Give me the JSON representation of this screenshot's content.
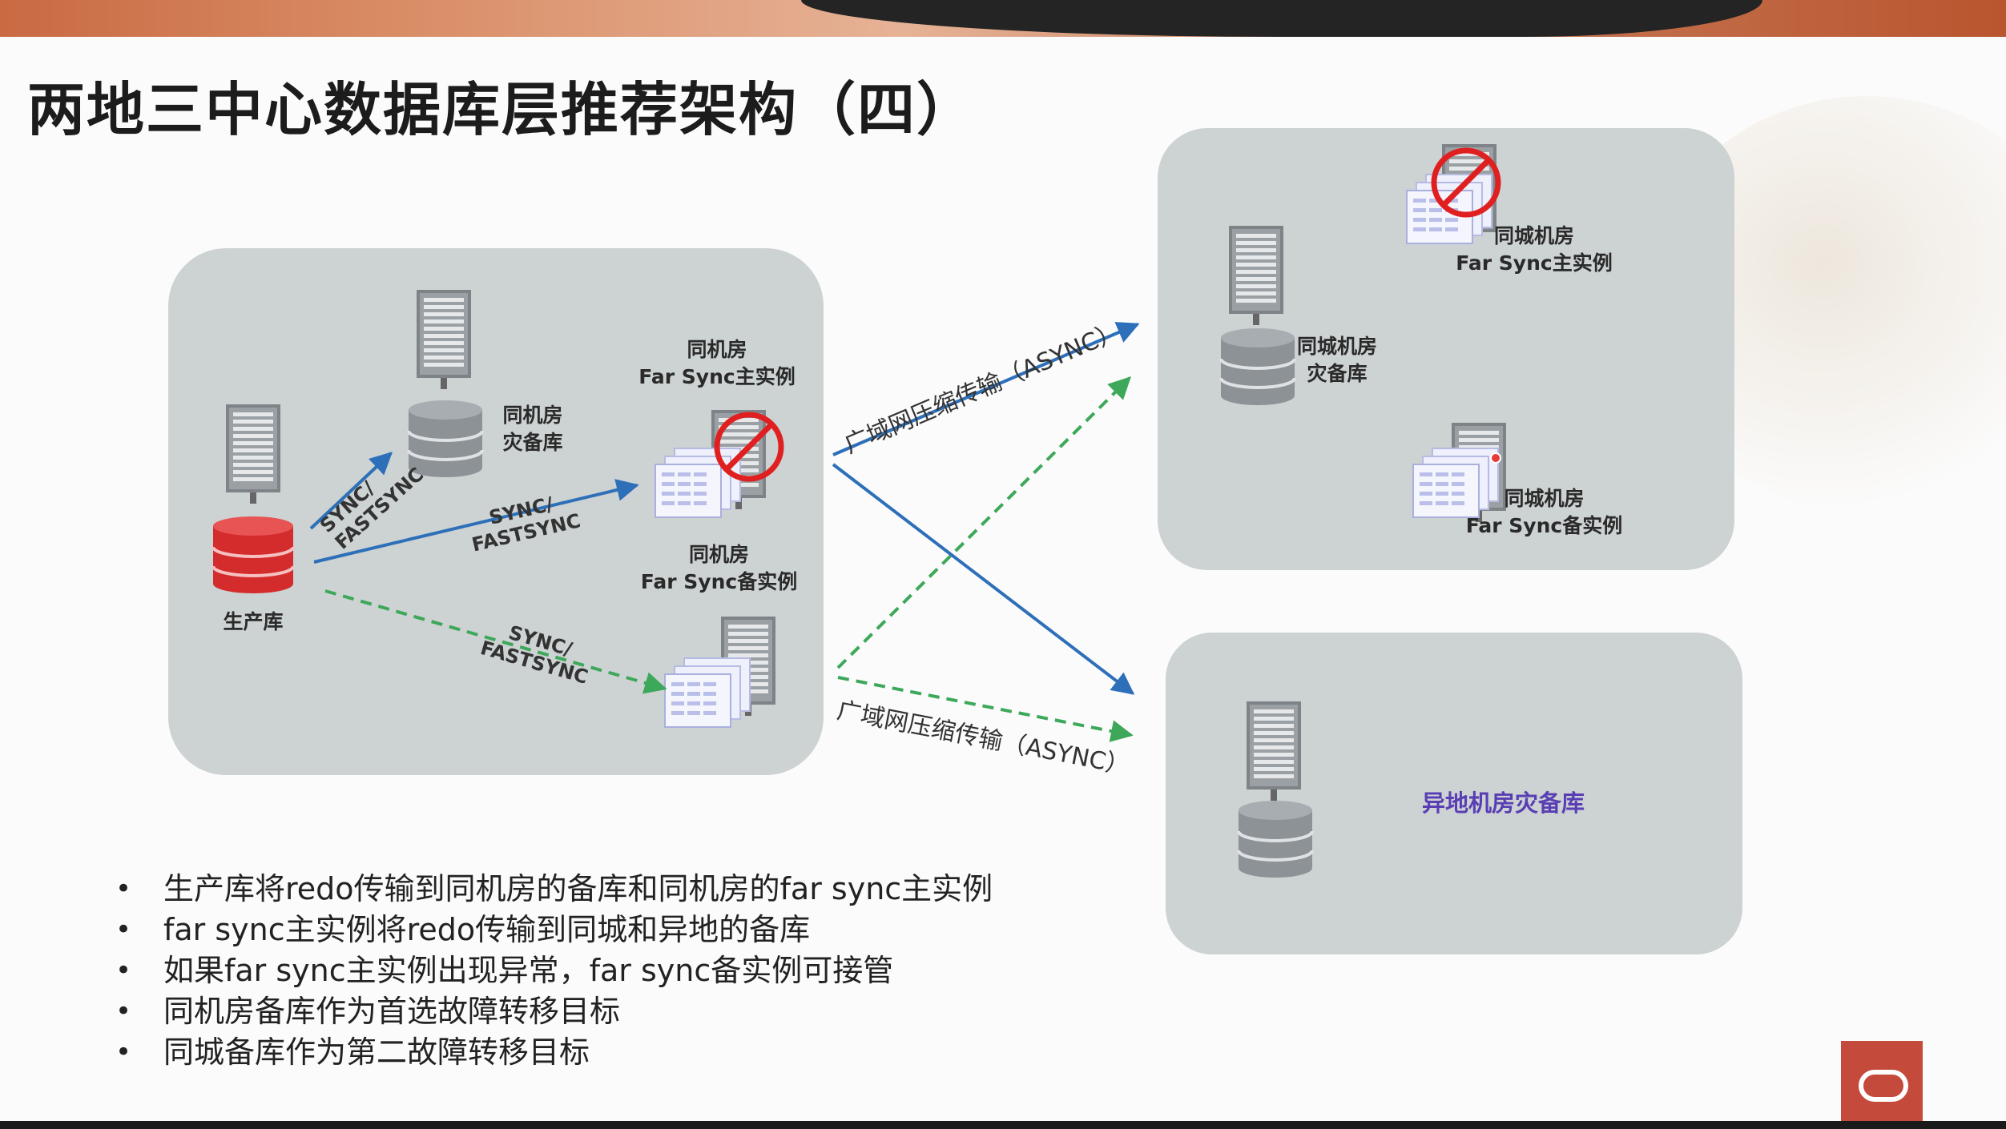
{
  "slide": {
    "title": "两地三中心数据库层推荐架构（四）",
    "labels": {
      "production_db": "生产库",
      "local_standby_line1": "同机房",
      "local_standby_line2": "灾备库",
      "local_farsync_primary_line1": "同机房",
      "local_farsync_primary_line2": "Far Sync主实例",
      "local_farsync_standby_line1": "同机房",
      "local_farsync_standby_line2": "Far Sync备实例",
      "city_farsync_primary_line1": "同城机房",
      "city_farsync_primary_line2": "Far Sync主实例",
      "city_standby_line1": "同城机房",
      "city_standby_line2": "灾备库",
      "city_farsync_standby_line1": "同城机房",
      "city_farsync_standby_line2": "Far Sync备实例",
      "remote_standby": "异地机房灾备库"
    },
    "links": {
      "sync_line1": "SYNC/",
      "sync_line2": "FASTSYNC",
      "wan_top": "广域网压缩传输（ASYNC）",
      "wan_bottom": "广域网压缩传输（ASYNC）"
    },
    "colors": {
      "solid_arrow": "#2d6fb8",
      "dashed_arrow": "#3ea85a",
      "production_db": "#d42c2c",
      "no_symbol": "#e02020",
      "remote_label": "#5a3fb4",
      "oracle_brand": "#c44a3b"
    },
    "bullets": [
      "生产库将redo传输到同机房的备库和同机房的far sync主实例",
      "far sync主实例将redo传输到同城和异地的备库",
      "如果far sync主实例出现异常，far sync备实例可接管",
      "同机房备库作为首选故障转移目标",
      "同城备库作为第二故障转移目标"
    ],
    "bullet_symbol": "•",
    "icons": [
      "server-icon",
      "database-icon",
      "documents-icon",
      "no-symbol-icon",
      "oracle-logo-icon"
    ]
  }
}
